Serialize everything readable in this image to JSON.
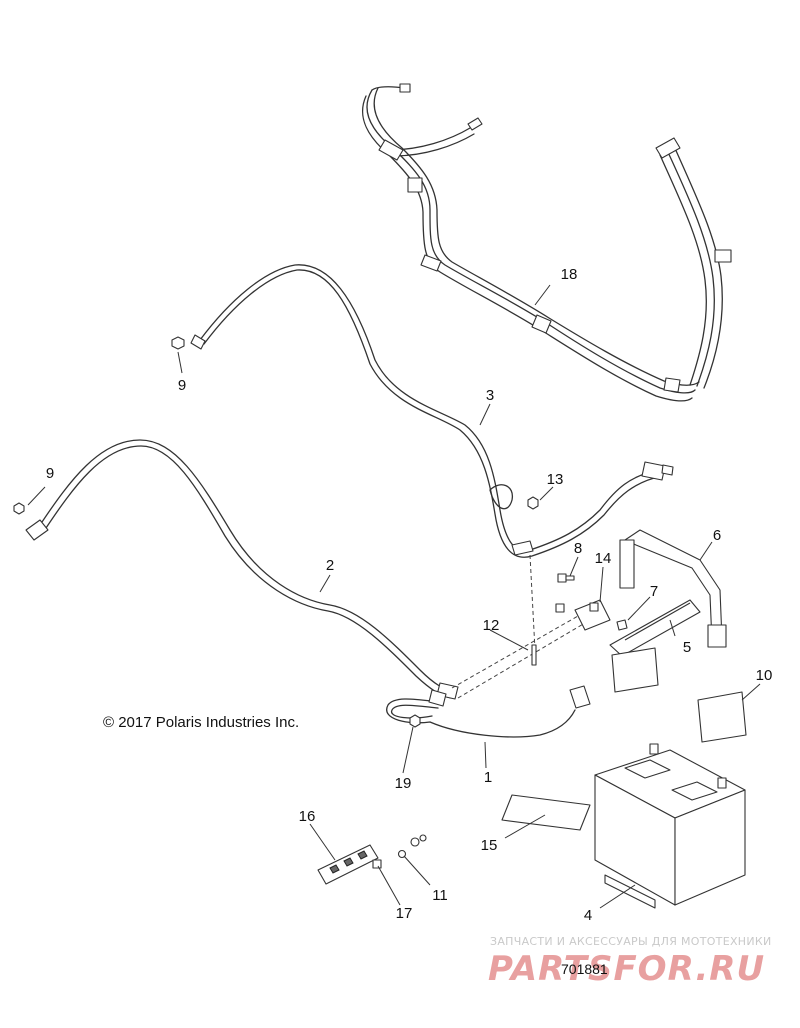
{
  "callouts": {
    "c1": "1",
    "c2": "2",
    "c3": "3",
    "c4": "4",
    "c5": "5",
    "c6": "6",
    "c7": "7",
    "c8": "8",
    "c9a": "9",
    "c9b": "9",
    "c10": "10",
    "c11": "11",
    "c12": "12",
    "c13": "13",
    "c14": "14",
    "c15": "15",
    "c16": "16",
    "c17": "17",
    "c18": "18",
    "c19": "19"
  },
  "copyright": "© 2017 Polaris Industries Inc.",
  "document_number": "701881",
  "watermark": {
    "tagline": "ЗАПЧАСТИ И АКСЕССУАРЫ ДЛЯ МОТОТЕХНИКИ",
    "logo_text": "PARTSFOR.RU",
    "logo_color": "#e8a0a0"
  },
  "colors": {
    "line": "#333333",
    "background": "#ffffff"
  }
}
